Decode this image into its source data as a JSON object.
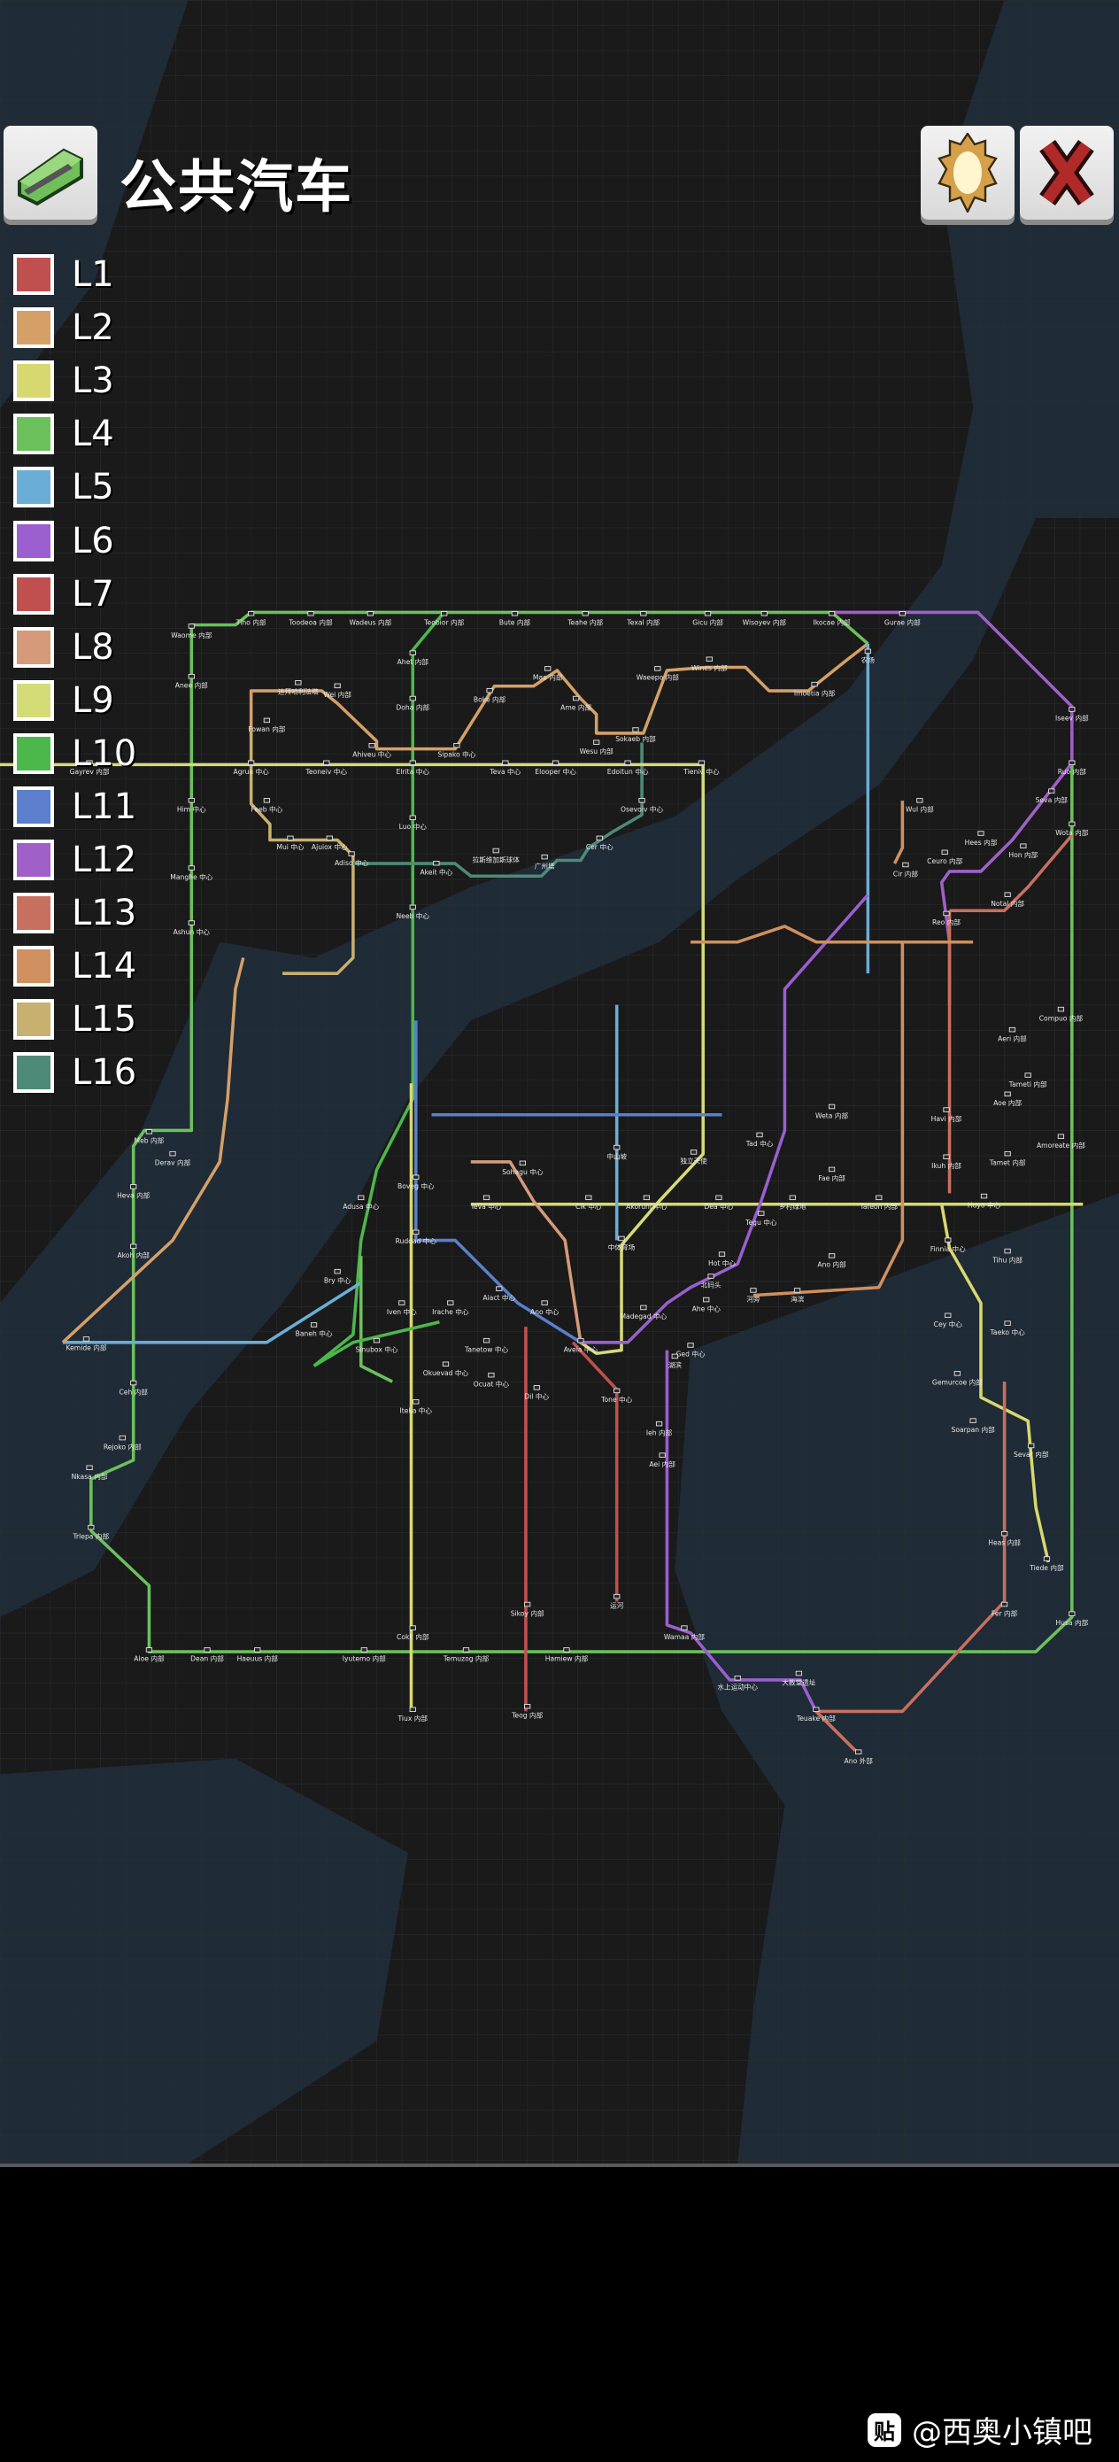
{
  "header": {
    "title": "公共汽车",
    "bus_button_icon": "bus-icon",
    "settings_button_icon": "sun-icon",
    "close_button_icon": "close-x-icon"
  },
  "legend": [
    {
      "label": "L1",
      "color": "#c05050"
    },
    {
      "label": "L2",
      "color": "#d4a068"
    },
    {
      "label": "L3",
      "color": "#d8d870"
    },
    {
      "label": "L4",
      "color": "#6cc05c"
    },
    {
      "label": "L5",
      "color": "#6aaed6"
    },
    {
      "label": "L6",
      "color": "#9b5fd0"
    },
    {
      "label": "L7",
      "color": "#c05050"
    },
    {
      "label": "L8",
      "color": "#d49a7a"
    },
    {
      "label": "L9",
      "color": "#d4dc78"
    },
    {
      "label": "L10",
      "color": "#4cb84c"
    },
    {
      "label": "L11",
      "color": "#5b7fcc"
    },
    {
      "label": "L12",
      "color": "#a060c8"
    },
    {
      "label": "L13",
      "color": "#c87060"
    },
    {
      "label": "L14",
      "color": "#d09060"
    },
    {
      "label": "L15",
      "color": "#c8b070"
    },
    {
      "label": "L16",
      "color": "#4e8a78"
    }
  ],
  "map": {
    "stations": [
      "Waome 内部",
      "Tiho 内部",
      "Toodeoa 内部",
      "Wadeus 内部",
      "Teobior 内部",
      "Bute 内部",
      "Teahe 内部",
      "Texal 内部",
      "Gicu 内部",
      "Wisoyev 内部",
      "Ikocae 内部",
      "Gurae 内部",
      "Iseev 内部",
      "Ruo 内部",
      "Ahet 内部",
      "Anee 内部",
      "Doha 内部",
      "Fowan 内部",
      "迪拜哈利法塔",
      "Wei 内部",
      "Boke 内部",
      "Mae 内部",
      "Ame 内部",
      "Wesu 内部",
      "Waeepo 内部",
      "Wines 内部",
      "Imoetia 内部",
      "Sokaeb 内部",
      "农场",
      "Ahiveu 中心",
      "Sipako 中心",
      "Gayrev 内部",
      "Agrua 中心",
      "Teoneiv 中心",
      "Elrita 中心",
      "Teva 中心",
      "Elooper 中心",
      "Edoitun 中心",
      "Tieniv 中心",
      "Him 中心",
      "Feeb 中心",
      "Osevoiv 中心",
      "Wul 内部",
      "Seva 内部",
      "Luo 中心",
      "Mui 中心",
      "Ajuiox 中心",
      "Adiso 中心",
      "Akeit 中心",
      "拉斯维加斯球体",
      "广州塔",
      "Cer 中心",
      "Hees 内部",
      "Wota 内部",
      "Ceuro 内部",
      "Hon 内部",
      "Cir 内部",
      "Manghe 中心",
      "Neeb 中心",
      "Ashun 中心",
      "Reo 内部",
      "Notal 内部",
      "Sohagu 中心",
      "中山坡",
      "独立天使",
      "Ieva 中心",
      "Cik 中心",
      "Akoruhi 中心",
      "Dea 中心",
      "乡村绿地",
      "Tafeon 内部",
      "中体育场",
      "Tegu 中心",
      "Rudoad 中心",
      "Boveg 中心",
      "Adusa 中心",
      "Iven 中心",
      "Irache 中心",
      "Aiact 中心",
      "Ano 中心",
      "Tanetow 中心",
      "Aveia 中心",
      "Okuevad 中心",
      "Ocuat 中心",
      "Dil 中心",
      "Tone 中心",
      "Iteka 中心",
      "Madegad 中心",
      "Ahe 中心",
      "Ged 中心",
      "Hot 中心",
      "北码头",
      "河旁",
      "海滨",
      "湖滨",
      "Tad 中心",
      "Weta 内部",
      "Fae 内部",
      "Ano 内部",
      "Ieh 内部",
      "Aei 内部",
      "Baneh 中心",
      "Sinubox 中心",
      "Bry 中心",
      "Kemide 内部",
      "Akoh 内部",
      "Heva 内部",
      "Ceh 内部",
      "Rejoko 内部",
      "Nkasa 内部",
      "Trlepa 内部",
      "Meb 内部",
      "Derav 内部",
      "Aloe 内部",
      "Dean 内部",
      "Haeuus 内部",
      "Iyutemo 内部",
      "Cokk 内部",
      "Temuzog 内部",
      "Hamiew 内部",
      "Sikoy 内部",
      "Tiux 内部",
      "Teog 内部",
      "运河",
      "Wamaa 内部",
      "水上运动中心",
      "大教堂遗址",
      "Teuake 内部",
      "Ano 外部",
      "Fer 内部",
      "Husa 内部",
      "Tiede 内部",
      "Heas 内部",
      "Sevar 内部",
      "Soarpan 内部",
      "Gemurcoe 内部",
      "Cey 中心",
      "Finnia 中心",
      "Tihu 内部",
      "Taeko 中心",
      "Tamet 内部",
      "Huyo 中心",
      "Aoe 内部",
      "Amoreate 内部",
      "Ikuh 内部",
      "Havi 内部",
      "Tameti 内部",
      "Aeri 内部",
      "Compuo 内部"
    ]
  },
  "watermark": {
    "icon": "tieba-icon",
    "icon_text": "贴",
    "text": "@西奥小镇吧"
  }
}
